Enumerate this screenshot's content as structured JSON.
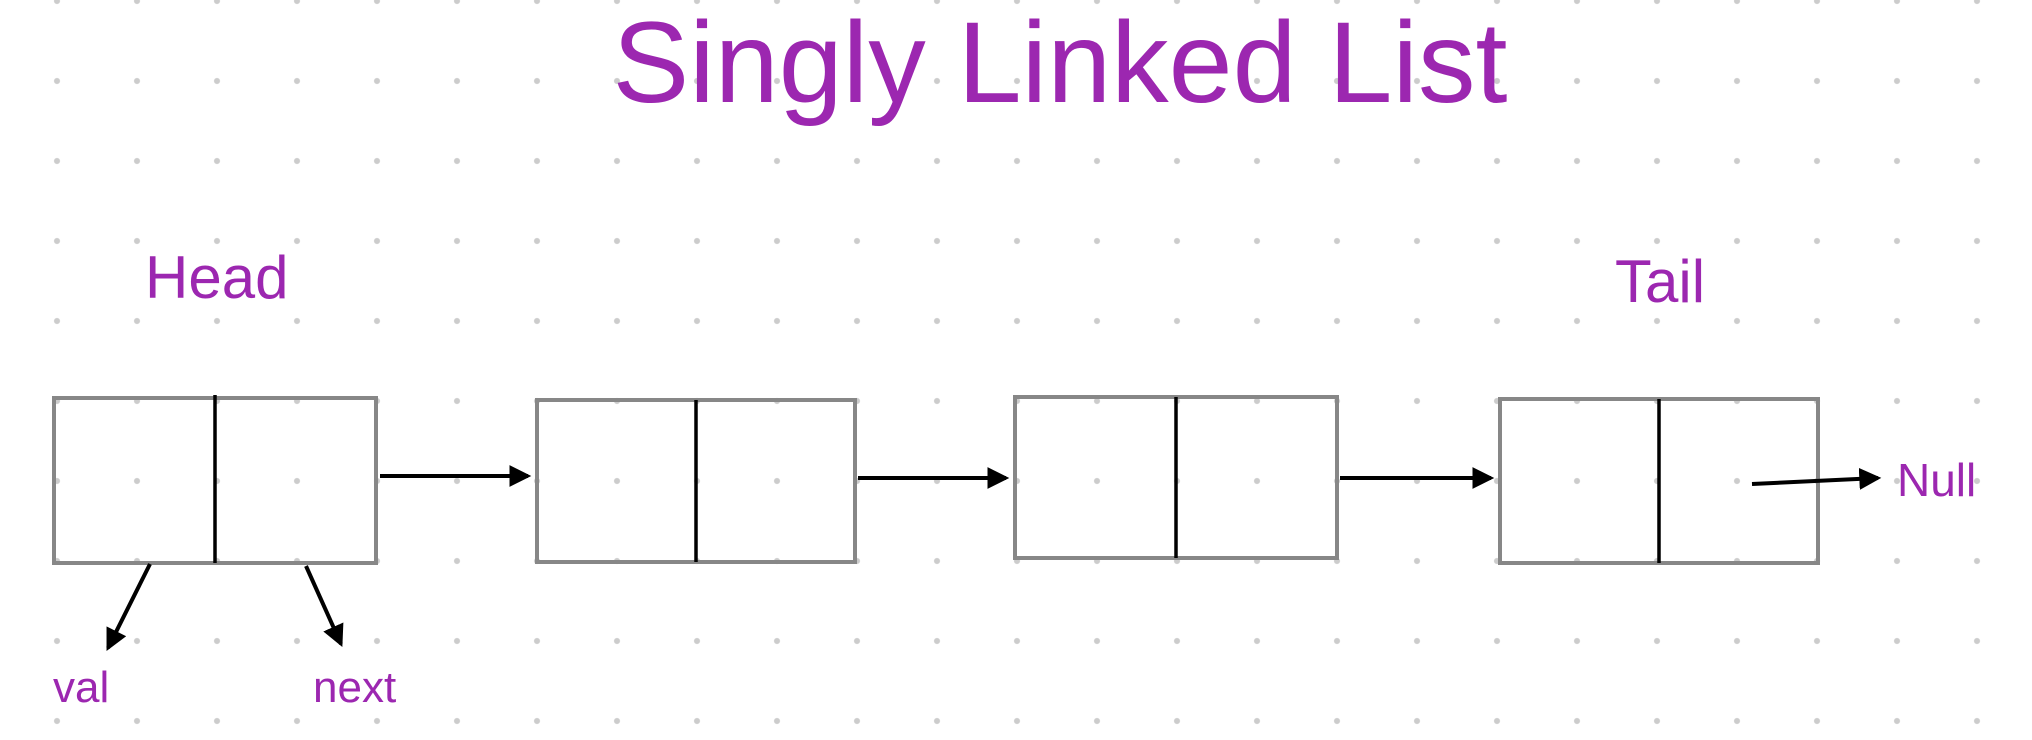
{
  "diagram": {
    "title": "Singly Linked List",
    "head_label": "Head",
    "tail_label": "Tail",
    "field_labels": {
      "value": "val",
      "pointer": "next"
    },
    "terminator_label": "Null",
    "node_count": 4,
    "colors": {
      "text_accent": "#9c27b0",
      "node_border": "#878787",
      "node_divider": "#000000",
      "arrow": "#000000",
      "grid_dot": "#cccccc",
      "background": "#ffffff"
    }
  }
}
